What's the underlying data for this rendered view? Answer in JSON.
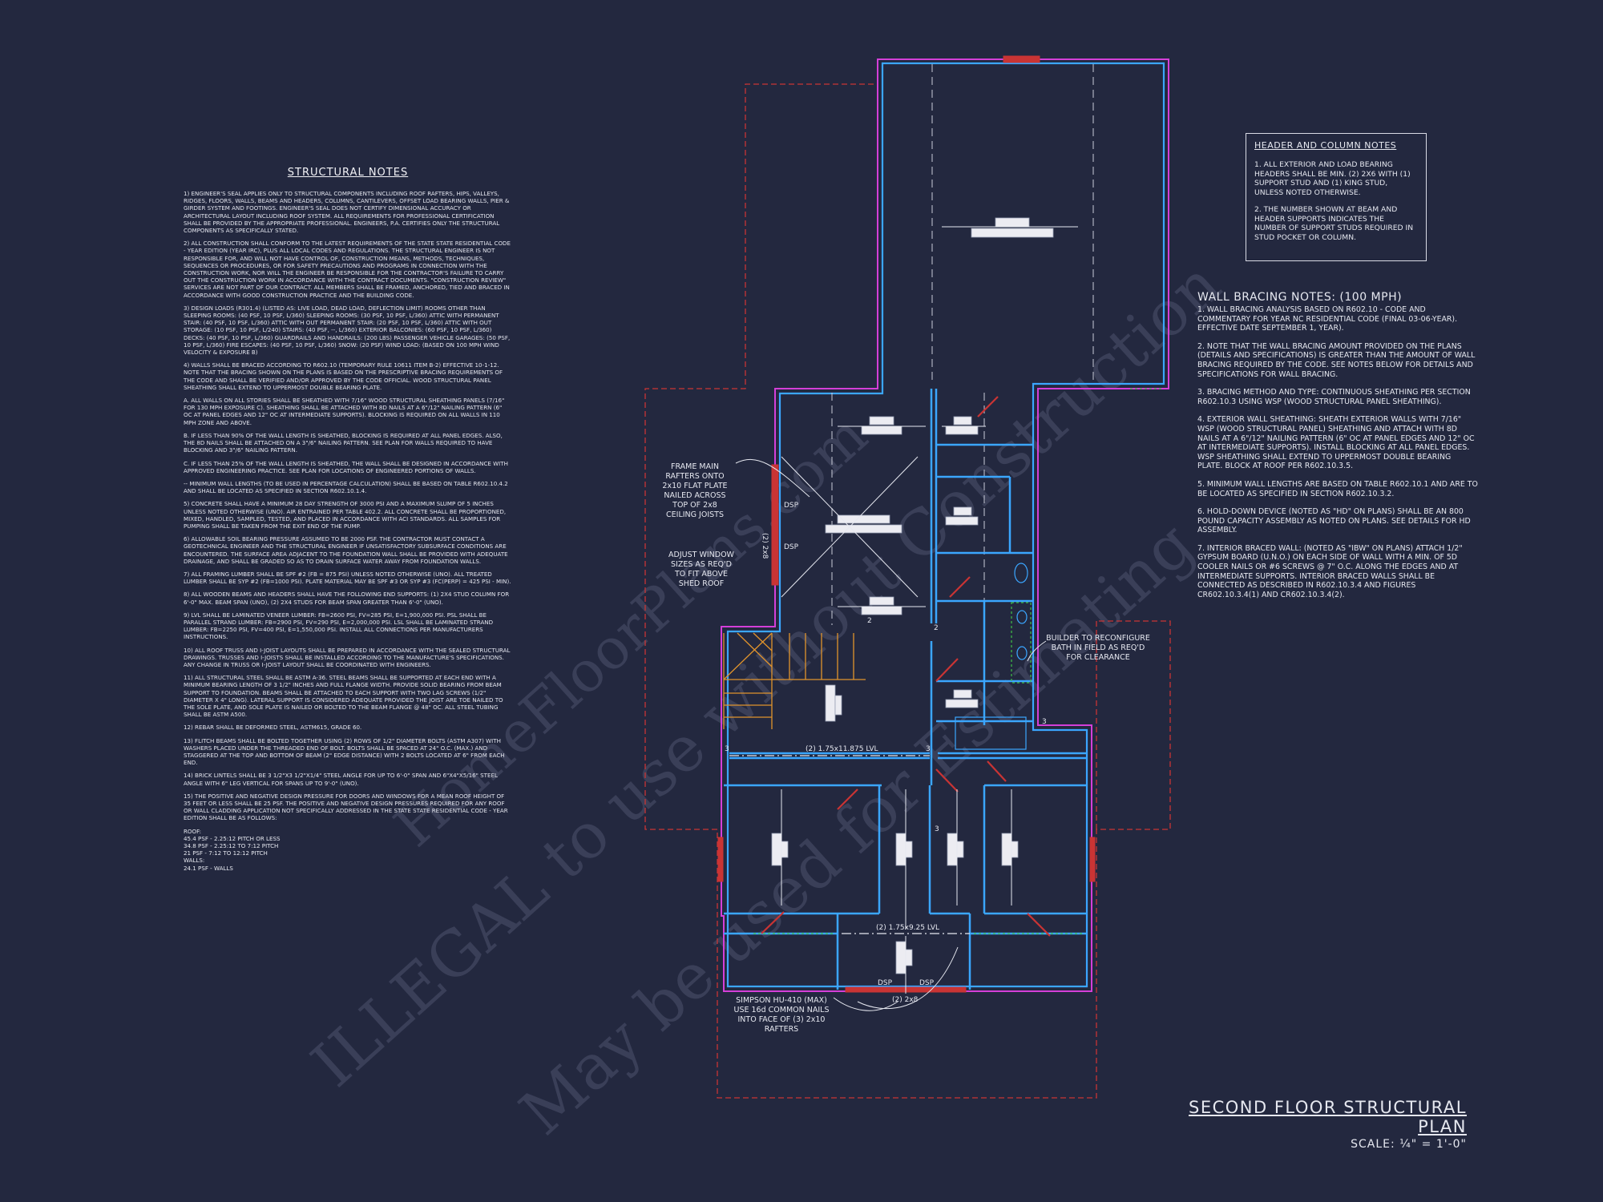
{
  "watermark": {
    "line1": "ILLEGAL to use without Construction",
    "line2": "May be used for Estimating",
    "line3": "HomeFloorPlans.com"
  },
  "structural_notes": {
    "title": "STRUCTURAL NOTES",
    "items": [
      "1) ENGINEER'S SEAL APPLIES ONLY TO STRUCTURAL COMPONENTS INCLUDING ROOF RAFTERS, HIPS, VALLEYS, RIDGES, FLOORS, WALLS, BEAMS AND HEADERS, COLUMNS, CANTILEVERS, OFFSET LOAD BEARING WALLS, PIER & GIRDER SYSTEM AND FOOTINGS. ENGINEER'S SEAL DOES NOT CERTIFY DIMENSIONAL ACCURACY OR ARCHITECTURAL LAYOUT INCLUDING ROOF SYSTEM. ALL REQUIREMENTS FOR PROFESSIONAL CERTIFICATION SHALL BE PROVIDED BY THE APPROPRIATE PROFESSIONAL. ENGINEERS, P.A. CERTIFIES ONLY THE STRUCTURAL COMPONENTS AS SPECIFICALLY STATED.",
      "2) ALL CONSTRUCTION SHALL CONFORM TO THE LATEST REQUIREMENTS OF THE STATE STATE RESIDENTIAL CODE - YEAR EDITION (YEAR IRC), PLUS ALL LOCAL CODES AND REGULATIONS. THE STRUCTURAL ENGINEER IS NOT RESPONSIBLE FOR, AND WILL NOT HAVE CONTROL OF, CONSTRUCTION MEANS, METHODS, TECHNIQUES, SEQUENCES OR PROCEDURES, OR FOR SAFETY PRECAUTIONS AND PROGRAMS IN CONNECTION WITH THE CONSTRUCTION WORK, NOR WILL THE ENGINEER BE RESPONSIBLE FOR THE CONTRACTOR'S FAILURE TO CARRY OUT THE CONSTRUCTION WORK IN ACCORDANCE WITH THE CONTRACT DOCUMENTS. \"CONSTRUCTION REVIEW\" SERVICES ARE NOT PART OF OUR CONTRACT. ALL MEMBERS SHALL BE FRAMED, ANCHORED, TIED AND BRACED IN ACCORDANCE WITH GOOD CONSTRUCTION PRACTICE AND THE BUILDING CODE.",
      "3) DESIGN LOADS (R301.4) (LISTED AS: LIVE LOAD, DEAD LOAD, DEFLECTION LIMIT) ROOMS OTHER THAN SLEEPING ROOMS: (40 PSF, 10 PSF, L/360) SLEEPING ROOMS: (30 PSF, 10 PSF, L/360) ATTIC WITH PERMANENT STAIR: (40 PSF, 10 PSF, L/360) ATTIC WITH OUT PERMANENT STAIR: (20 PSF, 10 PSF, L/360) ATTIC WITH OUT STORAGE: (10 PSF, 10 PSF, L/240) STAIRS: (40 PSF, --, L/360) EXTERIOR BALCONIES: (60 PSF, 10 PSF, L/360) DECKS: (40 PSF, 10 PSF, L/360) GUARDRAILS AND HANDRAILS: (200 LBS) PASSENGER VEHICLE GARAGES: (50 PSF, 10 PSF, L/360) FIRE ESCAPES: (40 PSF, 10 PSF, L/360) SNOW: (20 PSF) WIND LOAD: (BASED ON 100 MPH WIND VELOCITY & EXPOSURE B)",
      "4) WALLS SHALL BE BRACED ACCORDING TO R602.10 (TEMPORARY RULE 10611 ITEM B-2) EFFECTIVE 10-1-12. NOTE THAT THE BRACING SHOWN ON THE PLANS IS BASED ON THE PRESCRIPTIVE BRACING REQUIREMENTS OF THE CODE AND SHALL BE VERIFIED AND/OR APPROVED BY THE CODE OFFICIAL. WOOD STRUCTURAL PANEL SHEATHING SHALL EXTEND TO UPPERMOST DOUBLE BEARING PLATE.",
      "a. ALL WALLS ON ALL STORIES SHALL BE SHEATHED WITH 7/16\" WOOD STRUCTURAL SHEATHING PANELS (7/16\" FOR 130 MPH EXPOSURE C). SHEATHING SHALL BE ATTACHED WITH 8d NAILS AT A 6\"/12\" NAILING PATTERN (6\" OC AT PANEL EDGES AND 12\" OC AT INTERMEDIATE SUPPORTS). BLOCKING IS REQUIRED ON ALL WALLS IN 110 MPH ZONE AND ABOVE.",
      "b. IF LESS THAN 90% OF THE WALL LENGTH IS SHEATHED, BLOCKING IS REQUIRED AT ALL PANEL EDGES. ALSO, THE 8d NAILS SHALL BE ATTACHED ON A 3\"/6\" NAILING PATTERN. SEE PLAN FOR WALLS REQUIRED TO HAVE BLOCKING AND 3\"/6\" NAILING PATTERN.",
      "c. IF LESS THAN 25% OF THE WALL LENGTH IS SHEATHED, THE WALL SHALL BE DESIGNED IN ACCORDANCE WITH APPROVED ENGINEERING PRACTICE. SEE PLAN FOR LOCATIONS OF ENGINEERED PORTIONS OF WALLS.",
      "-- MINIMUM WALL LENGTHS (TO BE USED IN PERCENTAGE CALCULATION) SHALL BE BASED ON TABLE R602.10.4.2 AND SHALL BE LOCATED AS SPECIFIED IN SECTION R602.10.1.4.",
      "5) CONCRETE SHALL HAVE A MINIMUM 28 DAY STRENGTH OF 3000 PSI AND A MAXIMUM SLUMP OF 5 INCHES UNLESS NOTED OTHERWISE (UNO). AIR ENTRAINED PER TABLE 402.2. ALL CONCRETE SHALL BE PROPORTIONED, MIXED, HANDLED, SAMPLED, TESTED, AND PLACED IN ACCORDANCE WITH ACI STANDARDS. ALL SAMPLES FOR PUMPING SHALL BE TAKEN FROM THE EXIT END OF THE PUMP.",
      "6) ALLOWABLE SOIL BEARING PRESSURE ASSUMED TO BE 2000 PSF. THE CONTRACTOR MUST CONTACT A GEOTECHNICAL ENGINEER AND THE STRUCTURAL ENGINEER IF UNSATISFACTORY SUBSURFACE CONDITIONS ARE ENCOUNTERED. THE SURFACE AREA ADJACENT TO THE FOUNDATION WALL SHALL BE PROVIDED WITH ADEQUATE DRAINAGE, AND SHALL BE GRADED SO AS TO DRAIN SURFACE WATER AWAY FROM FOUNDATION WALLS.",
      "7) ALL FRAMING LUMBER SHALL BE SPF #2 (Fb = 875 PSI) UNLESS NOTED OTHERWISE (UNO). ALL TREATED LUMBER SHALL BE SYP #2 (Fb=1000 PSI). PLATE MATERIAL MAY BE SPF #3 OR SYP #3 (Fc(perp) = 425 PSI - MIN).",
      "8) ALL WOODEN BEAMS AND HEADERS SHALL HAVE THE FOLLOWING END SUPPORTS: (1) 2x4 STUD COLUMN FOR 6'-0\" MAX. BEAM SPAN (UNO), (2) 2x4 STUDS FOR BEAM SPAN GREATER THAN 6'-0\" (UNO).",
      "9) LVL SHALL BE LAMINATED VENEER LUMBER: Fb=2600 PSI, Fv=285 PSI, E=1,900,000 PSI. PSL SHALL BE PARALLEL STRAND LUMBER: Fb=2900 PSI, Fv=290 PSI, E=2,000,000 PSI. LSL SHALL BE LAMINATED STRAND LUMBER: Fb=2250 PSI, Fv=400 PSI, E=1,550,000 PSI. INSTALL ALL CONNECTIONS PER MANUFACTURERS INSTRUCTIONS.",
      "10) ALL ROOF TRUSS AND I-JOIST LAYOUTS SHALL BE PREPARED IN ACCORDANCE WITH THE SEALED STRUCTURAL DRAWINGS. TRUSSES AND I-JOISTS SHALL BE INSTALLED ACCORDING TO THE MANUFACTURE'S SPECIFICATIONS. ANY CHANGE IN TRUSS OR I-JOIST LAYOUT SHALL BE COORDINATED WITH ENGINEERS.",
      "11) ALL STRUCTURAL STEEL SHALL BE ASTM A-36. STEEL BEAMS SHALL BE SUPPORTED AT EACH END WITH A MINIMUM BEARING LENGTH OF 3 1/2\" INCHES AND FULL FLANGE WIDTH. PROVIDE SOLID BEARING FROM BEAM SUPPORT TO FOUNDATION. BEAMS SHALL BE ATTACHED TO EACH SUPPORT WITH TWO LAG SCREWS (1/2\" DIAMETER x 4\" LONG). LATERAL SUPPORT IS CONSIDERED ADEQUATE PROVIDED THE JOIST ARE TOE NAILED TO THE SOLE PLATE, AND SOLE PLATE IS NAILED OR BOLTED TO THE BEAM FLANGE @ 48\" OC. ALL STEEL TUBING SHALL BE ASTM A500.",
      "12) REBAR SHALL BE DEFORMED STEEL, ASTM615, GRADE 60.",
      "13) FLITCH BEAMS SHALL BE BOLTED TOGETHER USING (2) ROWS OF 1/2\" DIAMETER BOLTS (ASTM A307) WITH WASHERS PLACED UNDER THE THREADED END OF BOLT. BOLTS SHALL BE SPACED AT 24\" O.C. (MAX.) AND STAGGERED AT THE TOP AND BOTTOM OF BEAM (2\" EDGE DISTANCE) WITH 2 BOLTS LOCATED AT 6\" FROM EACH END.",
      "14) BRICK LINTELS SHALL BE 3 1/2\"x3 1/2\"x1/4\" STEEL ANGLE FOR UP TO 6'-0\" SPAN AND 6\"x4\"x5/16\" STEEL ANGLE WITH 6\" LEG VERTICAL FOR SPANS UP TO 9'-0\" (UNO).",
      "15) THE POSITIVE AND NEGATIVE DESIGN PRESSURE FOR DOORS AND WINDOWS FOR A MEAN ROOF HEIGHT OF 35 FEET OR LESS SHALL BE 25 PSF. THE POSITIVE AND NEGATIVE DESIGN PRESSURES REQUIRED FOR ANY ROOF OR WALL CLADDING APPLICATION NOT SPECIFICALLY ADDRESSED IN THE STATE STATE RESIDENTIAL CODE - YEAR EDITION SHALL BE AS FOLLOWS:"
    ],
    "roof_label": "ROOF:",
    "roof_items": [
      "45.4 PSF - 2.25:12 PITCH OR LESS",
      "34.8 PSF - 2.25:12 TO 7:12 PITCH",
      "21 PSF - 7:12 TO 12:12 PITCH"
    ],
    "walls_label": "WALLS:",
    "walls_items": [
      "24.1 PSF - WALLS"
    ]
  },
  "header_column_notes": {
    "title": "HEADER AND COLUMN NOTES",
    "items": [
      "1. ALL EXTERIOR AND LOAD BEARING HEADERS SHALL BE MIN. (2) 2x6 WITH (1) SUPPORT STUD AND (1) KING STUD, UNLESS NOTED OTHERWISE.",
      "2. THE NUMBER SHOWN AT BEAM AND HEADER SUPPORTS INDICATES THE NUMBER OF SUPPORT STUDS REQUIRED IN STUD POCKET OR COLUMN."
    ]
  },
  "wall_bracing_notes": {
    "title": "WALL BRACING NOTES: (100 MPH)",
    "items": [
      "1. WALL BRACING ANALYSIS BASED ON R602.10 - CODE AND COMMENTARY FOR YEAR NC RESIDENTIAL CODE (FINAL 03-06-YEAR). EFFECTIVE DATE SEPTEMBER 1, YEAR).",
      "2. NOTE THAT THE WALL BRACING AMOUNT PROVIDED ON THE PLANS (DETAILS AND SPECIFICATIONS) IS GREATER THAN THE AMOUNT OF WALL BRACING REQUIRED BY THE CODE. SEE NOTES BELOW FOR DETAILS AND SPECIFICATIONS FOR WALL BRACING.",
      "3. BRACING METHOD AND TYPE: CONTINUOUS SHEATHING PER SECTION R602.10.3 USING WSP (WOOD STRUCTURAL PANEL SHEATHING).",
      "4. EXTERIOR WALL SHEATHING: SHEATH EXTERIOR WALLS WITH 7/16\" WSP (WOOD STRUCTURAL PANEL) SHEATHING AND ATTACH WITH 8d NAILS AT A 6\"/12\" NAILING PATTERN (6\" OC AT PANEL EDGES AND 12\" OC AT INTERMEDIATE SUPPORTS). INSTALL BLOCKING AT ALL PANEL EDGES. WSP SHEATHING SHALL EXTEND TO UPPERMOST DOUBLE BEARING PLATE. BLOCK AT ROOF PER R602.10.3.5.",
      "5. MINIMUM WALL LENGTHS ARE BASED ON TABLE R602.10.1 AND ARE TO BE LOCATED AS SPECIFIED IN SECTION R602.10.3.2.",
      "6. HOLD-DOWN DEVICE (NOTED AS \"HD\" ON PLANS) SHALL BE AN 800 POUND CAPACITY ASSEMBLY AS NOTED ON PLANS. SEE DETAILS FOR HD ASSEMBLY.",
      "7. INTERIOR BRACED WALL: (NOTED AS \"IBW\" ON PLANS) ATTACH 1/2\" GYPSUM BOARD (U.N.O.) ON EACH SIDE OF WALL WITH A MIN. OF 5d COOLER NAILS OR #6 SCREWS @ 7\" O.C. ALONG THE EDGES AND AT INTERMEDIATE SUPPORTS. INTERIOR BRACED WALLS SHALL BE CONNECTED AS DESCRIBED IN R602.10.3.4 AND FIGURES CR602.10.3.4(1) AND CR602.10.3.4(2)."
    ]
  },
  "plan_labels": {
    "frame_note": [
      "FRAME MAIN",
      "RAFTERS ONTO",
      "2x10 FLAT PLATE",
      "NAILED ACROSS",
      "TOP OF 2x8",
      "CEILING JOISTS"
    ],
    "window_note": [
      "ADJUST WINDOW",
      "SIZES AS REQ'D",
      "TO FIT ABOVE",
      "SHED ROOF"
    ],
    "bath_note": [
      "BUILDER TO RECONFIGURE",
      "BATH IN FIELD AS REQ'D",
      "FOR CLEARANCE"
    ],
    "hanger_note": [
      "SIMPSON HU-410 (MAX)",
      "USE 16d COMMON NAILS",
      "INTO FACE OF (3) 2x10",
      "RAFTERS"
    ],
    "beam1": "(2) 1.75x11.875 LVL",
    "beam2": "(2) 1.75x9.25 LVL",
    "header_2x8_v": "(2) 2x8",
    "header_2x8_h": "(2) 2x8",
    "dsp": "DSP",
    "stud_2": "2",
    "stud_3": "3"
  },
  "drawing_title": {
    "title": "SECOND FLOOR STRUCTURAL PLAN",
    "scale": "SCALE: ¼\" = 1'-0\""
  },
  "colors": {
    "background": "#23283f",
    "wall_outer": "#d43fd8",
    "wall_inner": "#3ba6ff",
    "roof_outline": "#c93434",
    "text": "#e6e8f0"
  }
}
